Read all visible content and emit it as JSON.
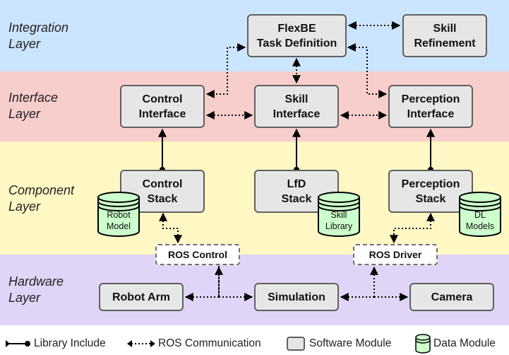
{
  "colors": {
    "integration": "#cce5ff",
    "interface": "#f8cecc",
    "component": "#fff7c4",
    "hardware": "#e1d5f7",
    "module_fill": "#e6e6e6",
    "data_fill": "#ccffcc"
  },
  "layers": {
    "integration": "Integration\nLayer",
    "interface": "Interface\nLayer",
    "component": "Component\nLayer",
    "hardware": "Hardware\nLayer"
  },
  "nodes": {
    "flexbe": "FlexBE\nTask Definition",
    "skill_refinement": "Skill\nRefinement",
    "control_interface": "Control\nInterface",
    "skill_interface": "Skill\nInterface",
    "perception_interface": "Perception\nInterface",
    "control_stack": "Control\nStack",
    "lfd_stack": "LfD\nStack",
    "perception_stack": "Perception\nStack",
    "robot_arm": "Robot Arm",
    "simulation": "Simulation",
    "camera": "Camera"
  },
  "ros": {
    "control": "ROS Control",
    "driver": "ROS Driver"
  },
  "data_modules": {
    "robot_model": "Robot\nModel",
    "skill_library": "Skill\nLibrary",
    "dl_models": "DL\nModels"
  },
  "legend": {
    "library_include": "Library Include",
    "ros_communication": "ROS Communication",
    "software_module": "Software Module",
    "data_module": "Data Module"
  }
}
